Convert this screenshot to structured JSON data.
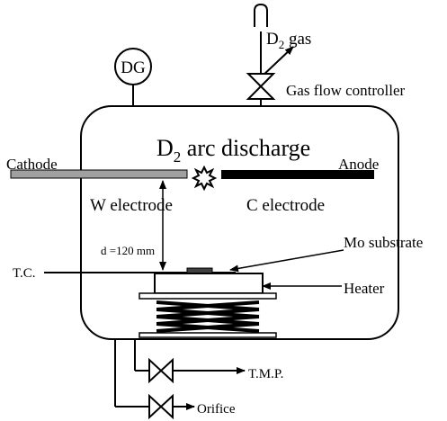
{
  "labels": {
    "gas": "D",
    "gas_sub": "2",
    "gas_rest": " gas",
    "dg": "DG",
    "gas_flow_controller": "Gas flow controller",
    "title_main": "D",
    "title_sub": "2",
    "title_rest": " arc  discharge",
    "cathode": "Cathode",
    "anode": "Anode",
    "w_electrode": "W electrode",
    "c_electrode": "C electrode",
    "distance": "d =120 mm",
    "mo_substrate": "Mo substrate",
    "tc": "T.C.",
    "heater": "Heater",
    "tmp": "T.M.P.",
    "orifice": "Orifice"
  },
  "colors": {
    "line": "#000000",
    "cathode_fill": "#a0a0a0",
    "anode_fill": "#000000",
    "spark": "#000000",
    "substrate_fill": "#404040"
  }
}
